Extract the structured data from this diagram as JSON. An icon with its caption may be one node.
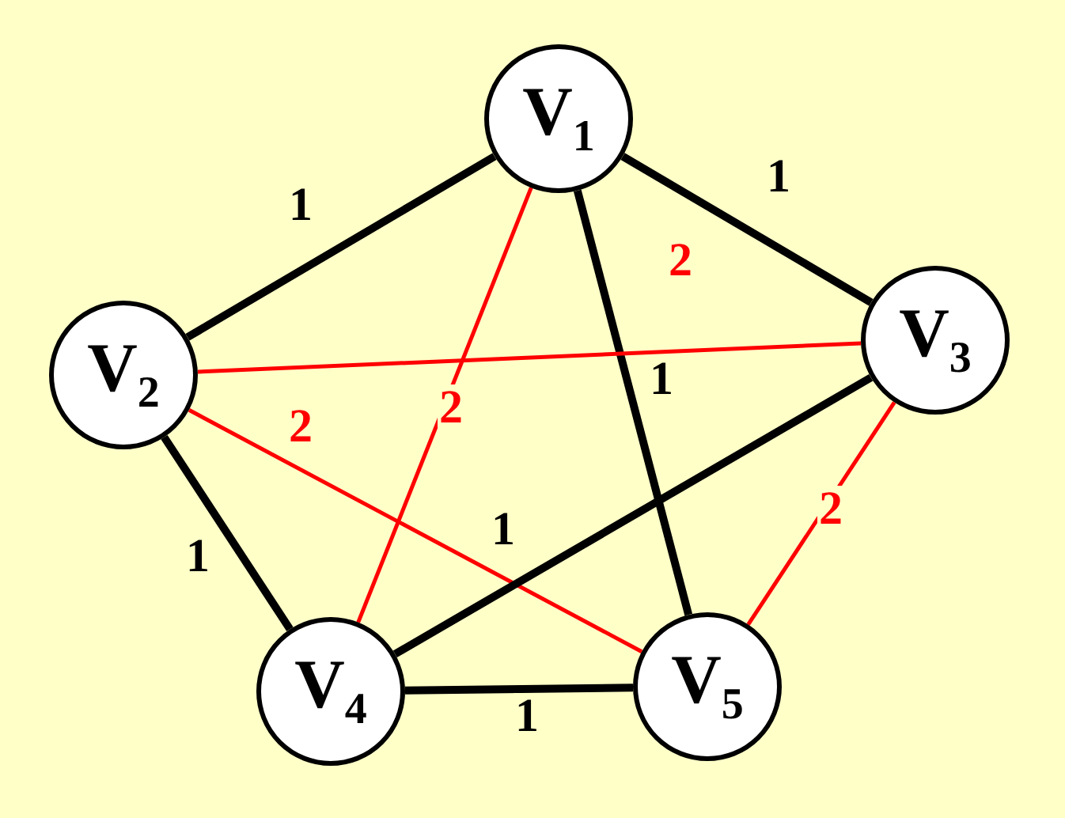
{
  "diagram": {
    "nodes": [
      {
        "text": [
          "V$_{1}$"
        ]
      },
      {
        "text": [
          "V$_{2}$"
        ]
      },
      {
        "text": [
          "V$_{3}$"
        ]
      },
      {
        "text": [
          "V$_{4}$"
        ]
      },
      {
        "text": [
          "V$_{5}$"
        ]
      }
    ],
    "edges": [
      {
        "from": 0,
        "to": 1,
        "arrow": "none",
        "label": "1"
      },
      {
        "from": 0,
        "to": 2,
        "arrow": "none",
        "label": "1"
      },
      {
        "from": 0,
        "to": 3,
        "arrow": "none",
        "label": "2",
        "color": "#ff0000"
      },
      {
        "from": 0,
        "to": 4,
        "arrow": "none",
        "label": "1"
      },
      {
        "from": 1,
        "to": 2,
        "arrow": "none",
        "label": "2",
        "color": "#ff0000"
      },
      {
        "from": 1,
        "to": 4,
        "arrow": "none",
        "label": "2",
        "color": "#ff0000"
      },
      {
        "from": 1,
        "to": 3,
        "arrow": "none",
        "label": "1"
      },
      {
        "from": 2,
        "to": 3,
        "arrow": "none",
        "label": "1"
      },
      {
        "from": 2,
        "to": 4,
        "arrow": "none",
        "label": "2",
        "color": "#ff0000"
      },
      {
        "from": 3,
        "to": 4,
        "arrow": "none",
        "label": "1"
      }
    ]
  }
}
